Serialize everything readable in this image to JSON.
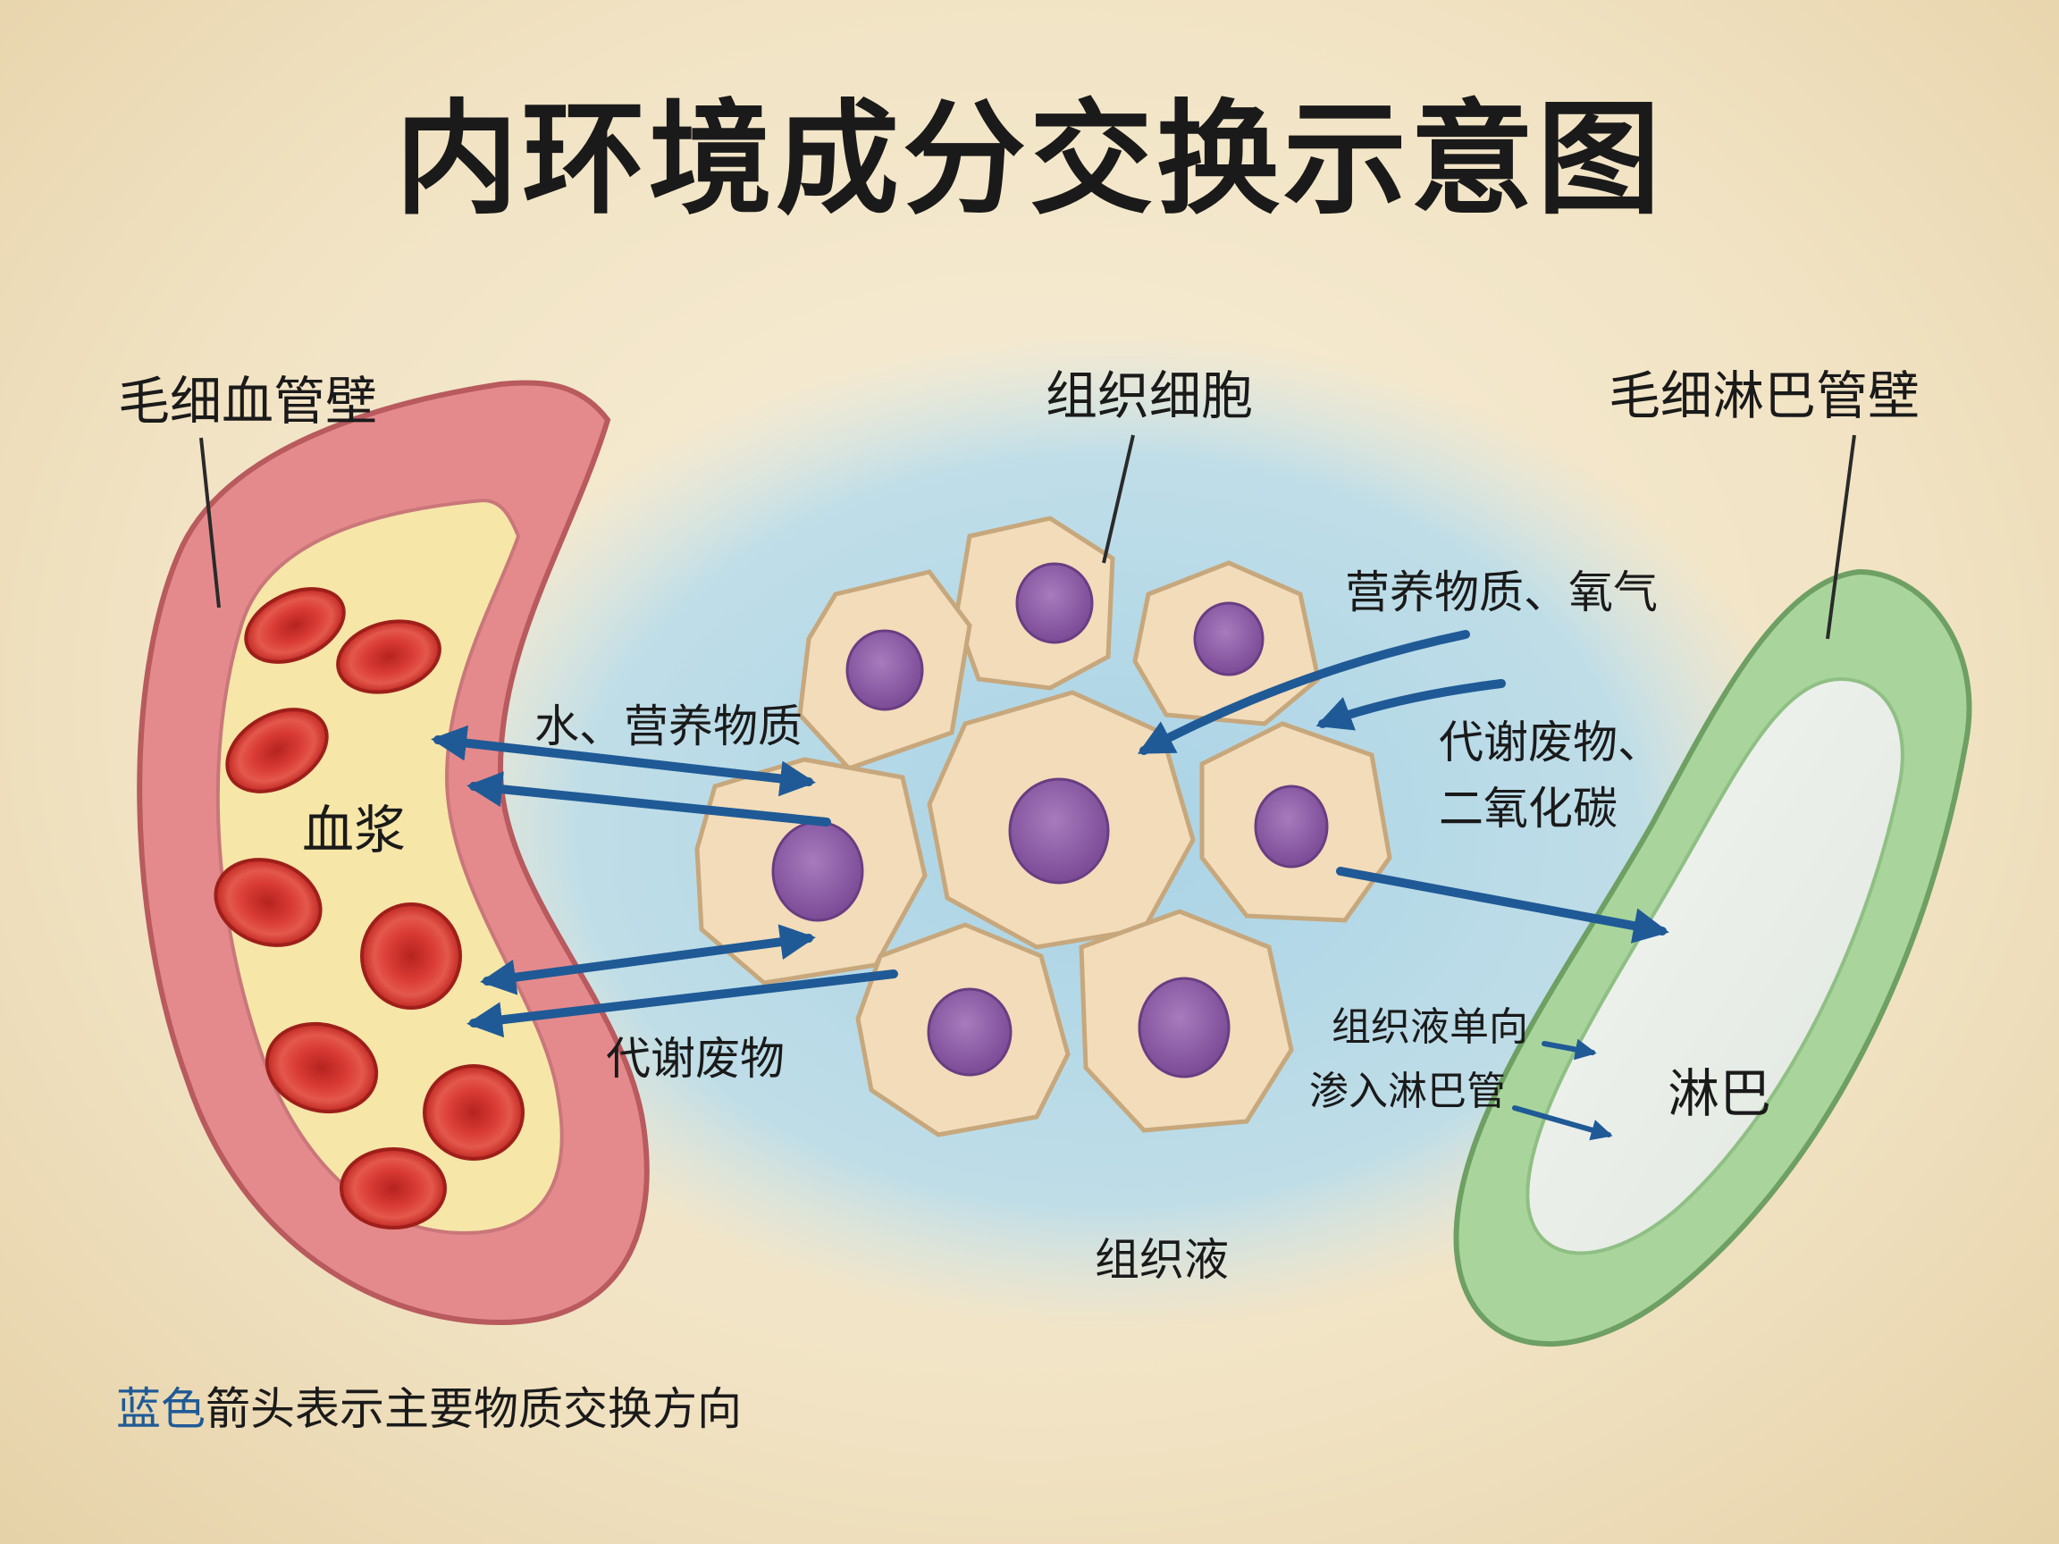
{
  "title": "内环境成分交换示意图",
  "labels": {
    "capillary_wall": "毛细血管壁",
    "tissue_cells": "组织细胞",
    "lymph_wall": "毛细淋巴管壁",
    "plasma": "血浆",
    "tissue_fluid": "组织液",
    "lymph": "淋巴",
    "water_nutrients": "水、营养物质",
    "metabolic_waste_left": "代谢废物",
    "nutrients_oxygen": "营养物质、氧气",
    "waste_line1": "代谢废物、",
    "waste_line2": "二氧化碳",
    "one_way_line1": "组织液单向",
    "one_way_line2": "渗入淋巴管"
  },
  "legend": {
    "highlight": "蓝色",
    "rest": "箭头表示主要物质交换方向"
  },
  "colors": {
    "arrow": "#1f5a96",
    "capillary": "#e58a8c",
    "lymph_vessel": "#a9d59c",
    "tissue_fluid": "#b9dbe9",
    "cell": "#f2dcba",
    "nucleus": "#8e5fa6",
    "rbc": "#d93a34"
  }
}
